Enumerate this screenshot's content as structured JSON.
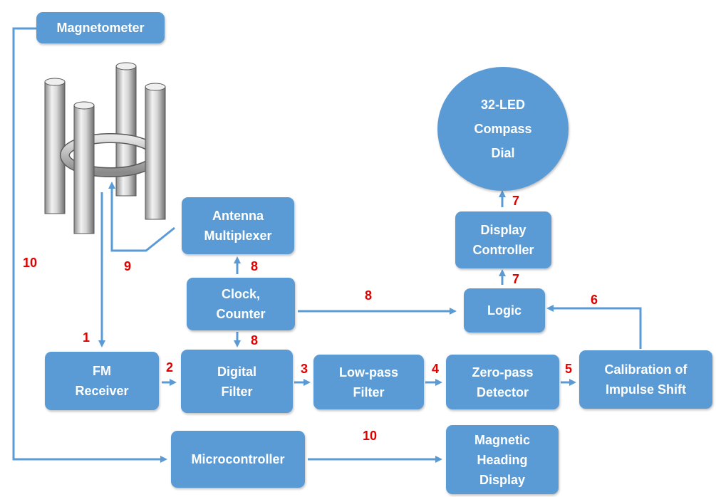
{
  "colors": {
    "box": "#5b9bd5",
    "arrow": "#5b9bd5",
    "step_number": "#e00000"
  },
  "nodes": {
    "magnetometer": "Magnetometer",
    "antenna_multiplexer": [
      "Antenna",
      "Multiplexer"
    ],
    "compass_dial": [
      "32-LED",
      "Compass",
      "Dial"
    ],
    "display_controller": [
      "Display",
      "Controller"
    ],
    "clock_counter": [
      "Clock,",
      "Counter"
    ],
    "logic": "Logic",
    "fm_receiver": [
      "FM",
      "Receiver"
    ],
    "digital_filter": [
      "Digital",
      "Filter"
    ],
    "low_pass_filter": [
      "Low-pass",
      "Filter"
    ],
    "zero_pass_detector": [
      "Zero-pass",
      "Detector"
    ],
    "calibration": [
      "Calibration of",
      "Impulse Shift"
    ],
    "microcontroller": "Microcontroller",
    "magnetic_heading_display": [
      "Magnetic",
      "Heading",
      "Display"
    ]
  },
  "step_labels": {
    "ant_to_fm": "1",
    "fm_to_digital": "2",
    "digital_to_lowpass": "3",
    "lowpass_to_zero": "4",
    "zero_to_calibration": "5",
    "calibration_to_logic": "6",
    "logic_to_display_ctrl": "7",
    "display_ctrl_to_dial": "7",
    "clock_to_logic": "8",
    "clock_to_multiplexer": "8",
    "clock_to_digital": "8",
    "multiplexer_to_antenna": "9",
    "magnetometer_to_micro": "10",
    "micro_to_heading": "10"
  }
}
